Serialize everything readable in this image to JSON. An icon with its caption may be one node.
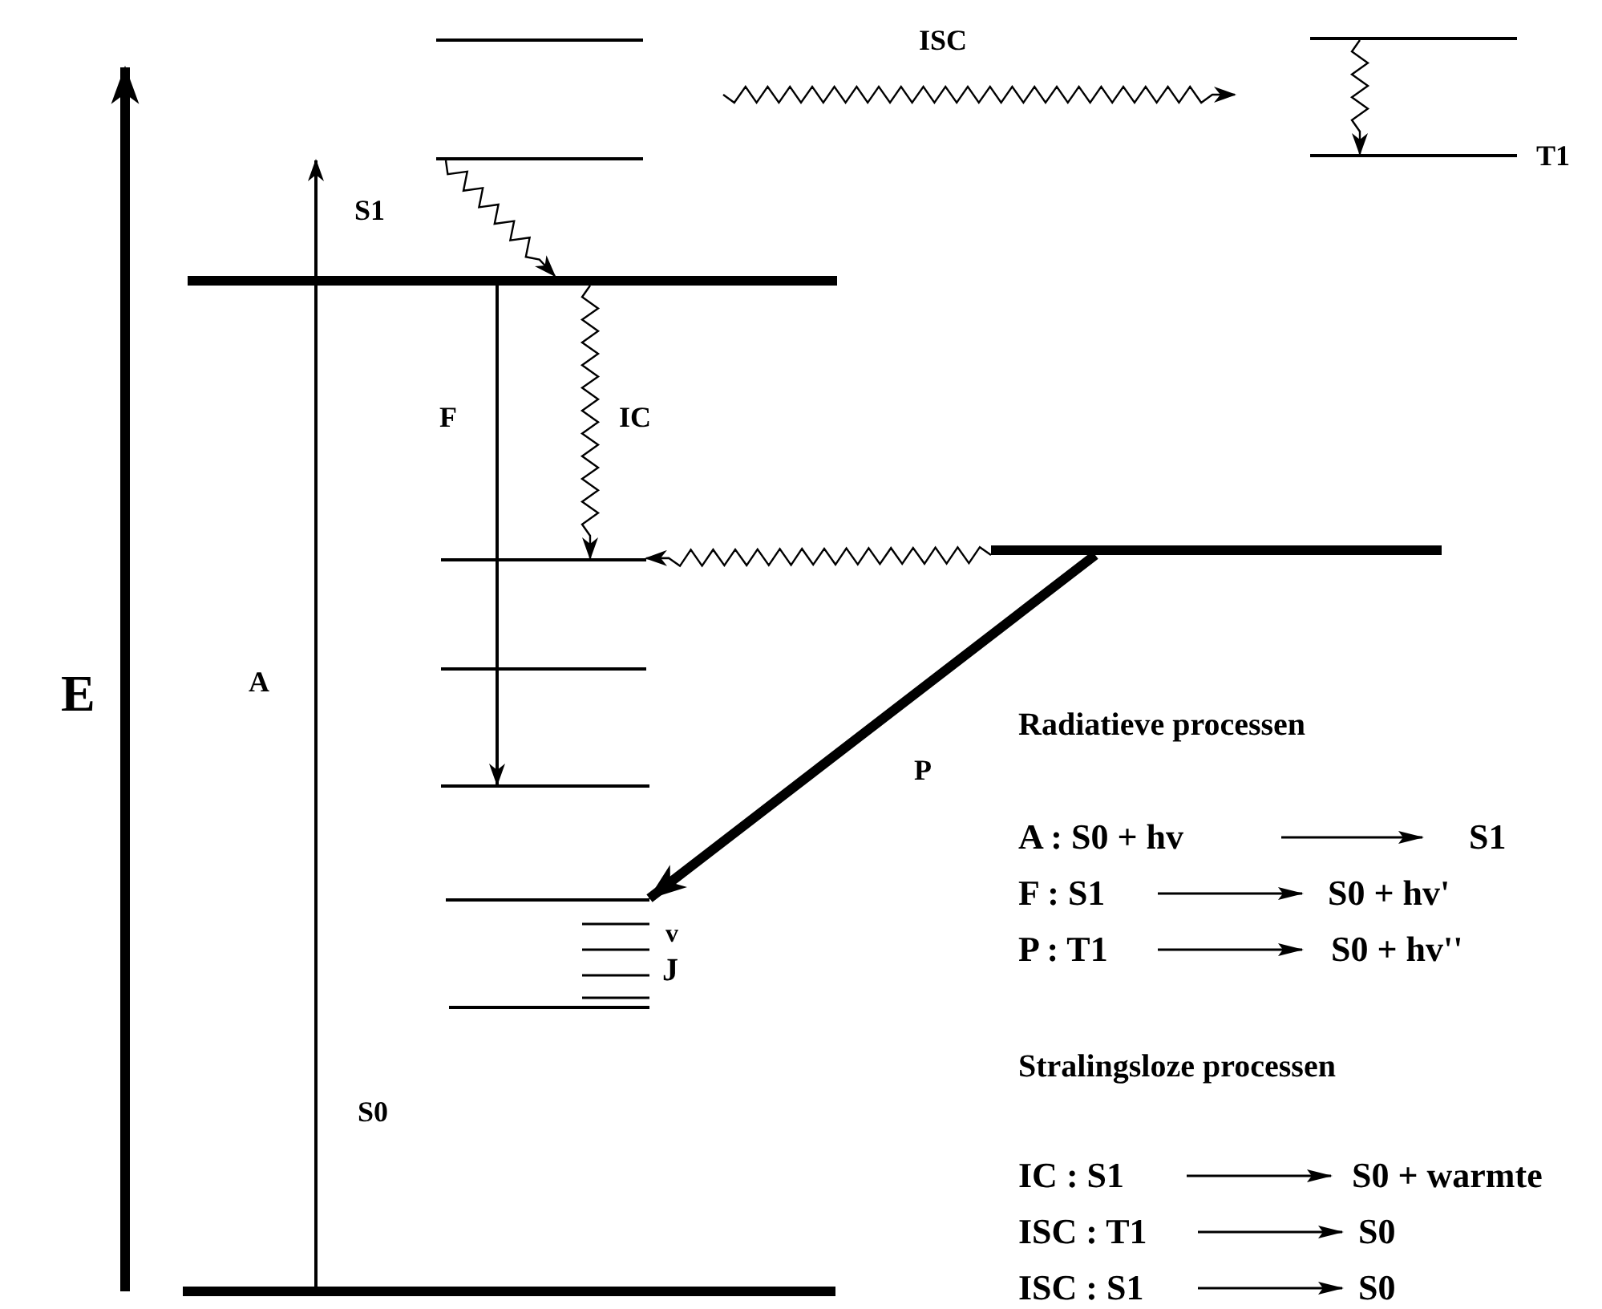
{
  "diagram": {
    "nodes": [
      {
        "text": [],
        "shape": "bar"
      },
      {
        "text": [],
        "shape": "bar"
      },
      {
        "text": [],
        "shape": "bar",
        "beside": [
          "T1"
        ]
      },
      {
        "text": [],
        "shape": "bar"
      },
      {
        "text": [],
        "shape": "bar"
      },
      {
        "text": [],
        "shape": "bar"
      },
      {
        "text": [],
        "shape": "bar"
      },
      {
        "text": [],
        "shape": "bar"
      },
      {
        "text": [],
        "shape": "bar"
      },
      {
        "text": [],
        "shape": "bar"
      },
      {
        "text": [],
        "shape": "bar"
      },
      {
        "text": [],
        "shape": "bar"
      }
    ],
    "edges": [
      {
        "from": 11,
        "to": null,
        "arrow": "to",
        "label": "A"
      },
      {
        "from": 3,
        "to": 4,
        "arrow": "to"
      },
      {
        "from": 4,
        "to": 8,
        "arrow": "to",
        "label": "F"
      },
      {
        "from": 4,
        "to": 6,
        "arrow": "to",
        "label": "IC"
      },
      {
        "from": 1,
        "to": 2,
        "arrow": "to"
      },
      {
        "from": 5,
        "to": 6,
        "arrow": "to"
      },
      {
        "from": 5,
        "to": 9,
        "arrow": "to",
        "label": "P",
        "style": "thick"
      }
    ],
    "labels": [
      "ISC",
      "S1",
      "E",
      "Radiatieve processen",
      "A : S0 + hv",
      "S1",
      "F : S1",
      "S0 + hv'",
      "P : T1",
      "S0 + hv''",
      "v",
      "J",
      "Stralingsloze processen",
      "S0",
      "IC : S1",
      "S0 + warmte",
      "ISC : T1",
      "S0",
      "ISC : S1",
      "S0"
    ]
  }
}
